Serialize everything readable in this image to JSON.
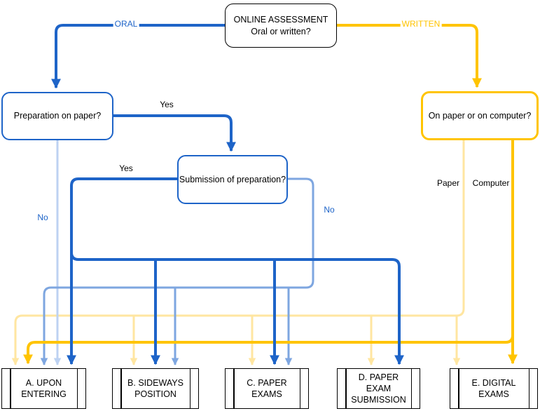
{
  "colors": {
    "blue": "#1E64C8",
    "light_blue": "#7EA6E0",
    "pale_blue": "#BDD2F2",
    "yellow": "#FFC400",
    "pale_yellow": "#FFE6A1",
    "border_black": "#000000"
  },
  "nodes": {
    "start": {
      "title": "ONLINE ASSESSMENT",
      "subtitle": "Oral or written?"
    },
    "preparation": {
      "label": "Preparation on paper?"
    },
    "submission": {
      "label": "Submission of preparation?"
    },
    "paper_or_computer": {
      "label": "On paper or on computer?"
    },
    "outcomes": [
      {
        "label": "A. UPON ENTERING"
      },
      {
        "label": "B. SIDEWAYS POSITION"
      },
      {
        "label": "C. PAPER EXAMS"
      },
      {
        "label": "D. PAPER EXAM SUBMISSION"
      },
      {
        "label": "E. DIGITAL EXAMS"
      }
    ]
  },
  "edge_labels": {
    "oral": "ORAL",
    "written": "WRITTEN",
    "prep_yes": "Yes",
    "prep_no": "No",
    "submission_yes": "Yes",
    "submission_no": "No",
    "paper": "Paper",
    "computer": "Computer"
  }
}
